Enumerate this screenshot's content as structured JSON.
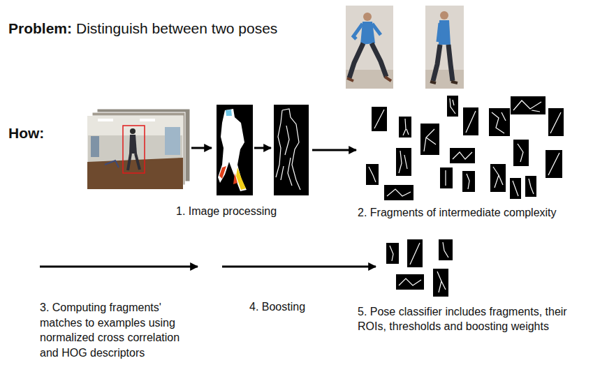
{
  "diagram": {
    "nodes": [
      {
        "text": [
          "1. Image processing"
        ]
      },
      {
        "text": [
          "2. Fragments of intermediate complexity"
        ]
      },
      {
        "text": [
          "5. Pose classifier includes fragments, their ROIs, thresholds and boosting weights"
        ]
      }
    ],
    "edges": [
      {
        "from": 0,
        "to": 1,
        "arrow": "to"
      }
    ],
    "labels": [
      "Problem:",
      "Distinguish between two poses",
      "How:",
      "3. Computing fragments' matches to examples using normalized cross correlation and HOG descriptors",
      "4. Boosting"
    ]
  }
}
